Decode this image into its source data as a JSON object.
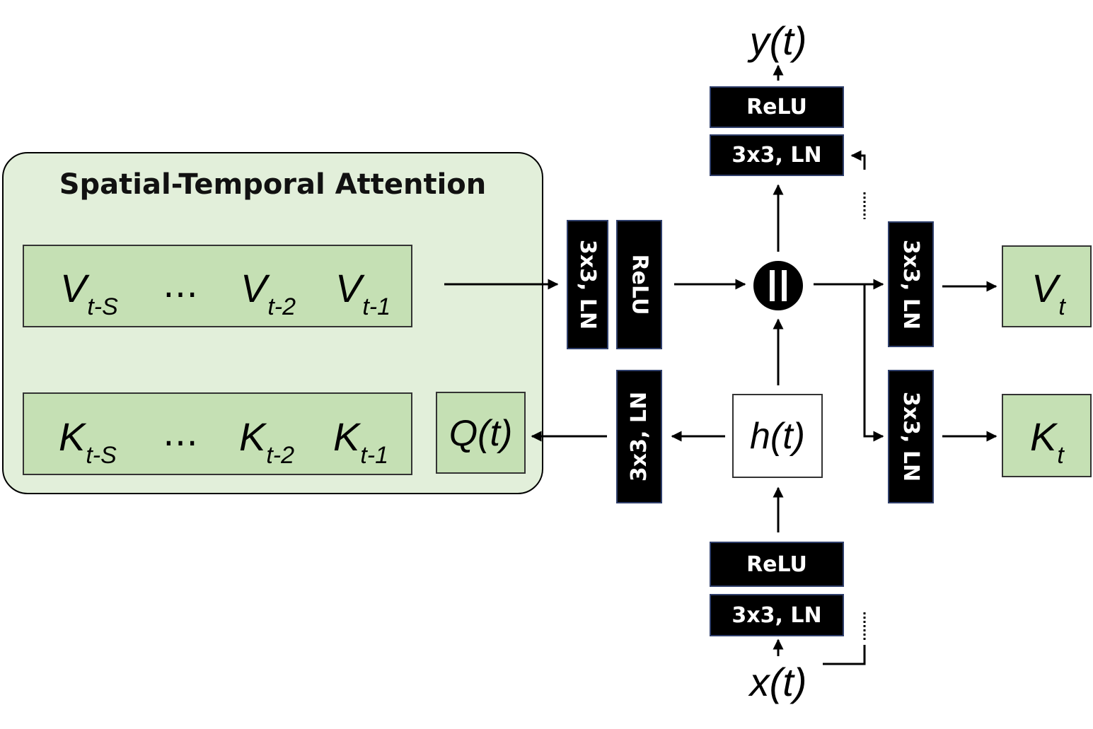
{
  "attention": {
    "title": "Spatial-Temporal Attention",
    "v_row": [
      {
        "base": "V",
        "sub": "t-S"
      },
      {
        "base": "…",
        "sub": ""
      },
      {
        "base": "V",
        "sub": "t-2"
      },
      {
        "base": "V",
        "sub": "t-1"
      }
    ],
    "k_row": [
      {
        "base": "K",
        "sub": "t-S"
      },
      {
        "base": "…",
        "sub": ""
      },
      {
        "base": "K",
        "sub": "t-2"
      },
      {
        "base": "K",
        "sub": "t-1"
      }
    ],
    "query": "Q(t)"
  },
  "blocks": {
    "v_conv": "3x3, LN",
    "v_relu": "ReLU",
    "q_conv": "3x3, LN",
    "top_conv": "3x3, LN",
    "top_relu": "ReLU",
    "bottom_relu": "ReLU",
    "bottom_conv": "3x3, LN",
    "out_v_conv": "3x3, LN",
    "out_k_conv": "3x3, LN"
  },
  "nodes": {
    "output": "y(t)",
    "input": "x(t)",
    "hidden": "h(t)",
    "vt": {
      "base": "V",
      "sub": "t"
    },
    "kt": {
      "base": "K",
      "sub": "t"
    }
  },
  "colors": {
    "panel_fill": "#e2efda",
    "green_box": "#c5e0b4",
    "block_fill": "#000000",
    "block_border": "#2f3f6b"
  }
}
